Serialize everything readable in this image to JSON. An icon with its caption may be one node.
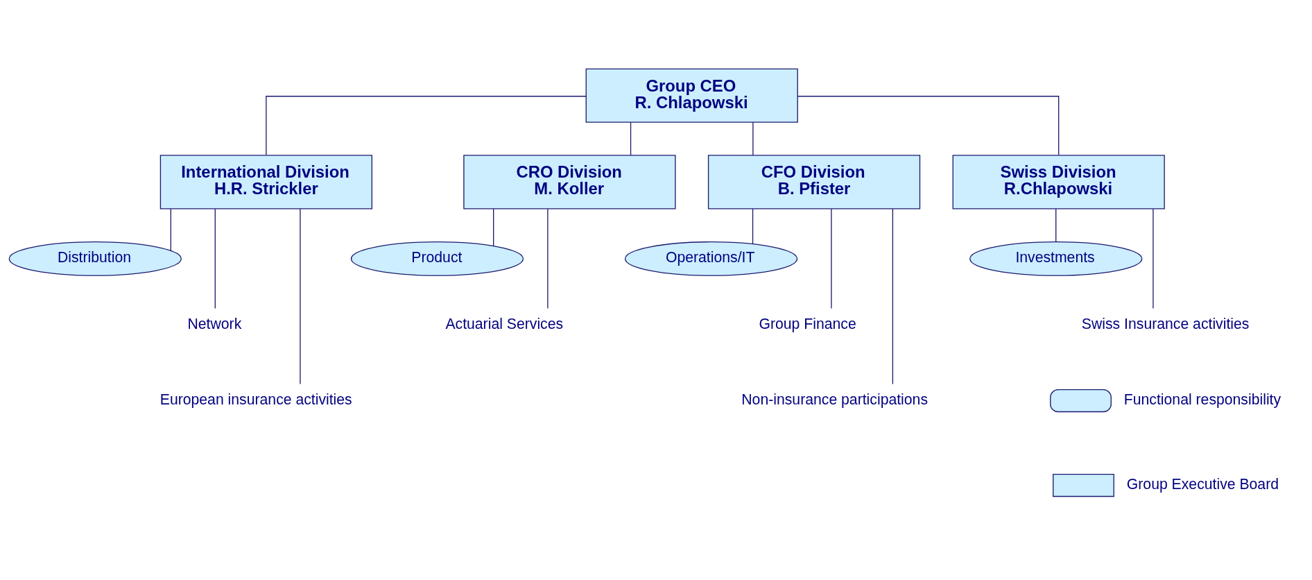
{
  "diagram": {
    "nodes": [
      {
        "text": [
          "Group CEO",
          "R. Chlapowski"
        ]
      },
      {
        "text": [
          "International Division",
          "H.R. Strickler"
        ]
      },
      {
        "text": [
          "CRO Division",
          "M. Koller"
        ]
      },
      {
        "text": [
          "CFO Division",
          "B. Pfister"
        ]
      },
      {
        "text": [
          "Swiss Division",
          "R.Chlapowski"
        ]
      },
      {
        "text": [
          "Distribution"
        ]
      },
      {
        "text": [
          "Network"
        ]
      },
      {
        "text": [
          "European insurance activities"
        ]
      },
      {
        "text": [
          "Product"
        ]
      },
      {
        "text": [
          "Actuarial Services"
        ]
      },
      {
        "text": [
          "Operations/IT"
        ]
      },
      {
        "text": [
          "Group Finance"
        ]
      },
      {
        "text": [
          "Non-insurance participations"
        ]
      },
      {
        "text": [
          "Investments"
        ]
      },
      {
        "text": [
          "Swiss Insurance activities"
        ]
      }
    ],
    "edges": [
      {
        "from": 0,
        "to": 1,
        "arrow": "none"
      },
      {
        "from": 0,
        "to": 2,
        "arrow": "none"
      },
      {
        "from": 0,
        "to": 3,
        "arrow": "none"
      },
      {
        "from": 0,
        "to": 4,
        "arrow": "none"
      },
      {
        "from": 1,
        "to": 5,
        "arrow": "none"
      },
      {
        "from": 1,
        "to": 6,
        "arrow": "none"
      },
      {
        "from": 1,
        "to": 7,
        "arrow": "none"
      },
      {
        "from": 2,
        "to": 8,
        "arrow": "none"
      },
      {
        "from": 2,
        "to": 9,
        "arrow": "none"
      },
      {
        "from": 3,
        "to": 10,
        "arrow": "none"
      },
      {
        "from": 3,
        "to": 11,
        "arrow": "none"
      },
      {
        "from": 3,
        "to": 12,
        "arrow": "none"
      },
      {
        "from": 4,
        "to": 13,
        "arrow": "none"
      },
      {
        "from": 4,
        "to": 14,
        "arrow": "none"
      }
    ],
    "legend": [
      {
        "text": "Functional responsibility"
      },
      {
        "text": "Group Executive Board"
      }
    ]
  }
}
